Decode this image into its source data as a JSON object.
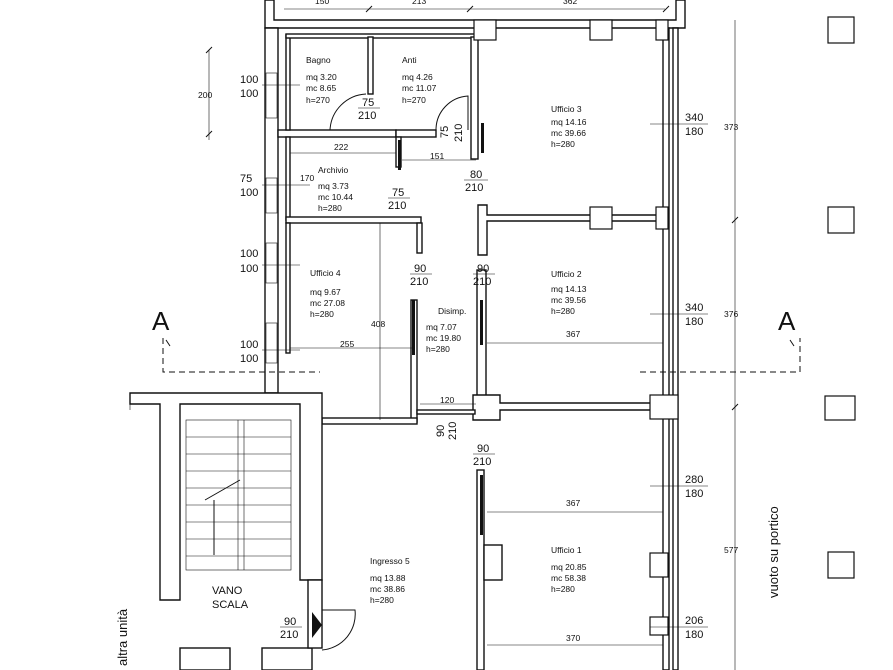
{
  "rooms": [
    {
      "id": "bagno",
      "name": "Bagno",
      "area": "mq 3.20",
      "volume": "mc 8.65",
      "height": "h=270"
    },
    {
      "id": "anti",
      "name": "Anti",
      "area": "mq 4.26",
      "volume": "mc 11.07",
      "height": "h=270"
    },
    {
      "id": "ufficio3",
      "name": "Ufficio 3",
      "area": "mq 14.16",
      "volume": "mc 39.66",
      "height": "h=280"
    },
    {
      "id": "archivio",
      "name": "Archivio",
      "area": "mq 3.73",
      "volume": "mc 10.44",
      "height": "h=280"
    },
    {
      "id": "ufficio4",
      "name": "Ufficio 4",
      "area": "mq 9.67",
      "volume": "mc 27.08",
      "height": "h=280"
    },
    {
      "id": "ufficio2",
      "name": "Ufficio 2",
      "area": "mq 14.13",
      "volume": "mc 39.56",
      "height": "h=280"
    },
    {
      "id": "disimp",
      "name": "Disimp.",
      "area": "mq 7.07",
      "volume": "mc 19.80",
      "height": "h=280"
    },
    {
      "id": "ingresso5",
      "name": "Ingresso 5",
      "area": "mq 13.88",
      "volume": "mc 38.86",
      "height": "h=280"
    },
    {
      "id": "ufficio1",
      "name": "Ufficio 1",
      "area": "mq 20.85",
      "volume": "mc 58.38",
      "height": "h=280"
    }
  ],
  "openings": {
    "w_left_top": {
      "w": "100",
      "h": "100"
    },
    "w_left_archivio": {
      "w": "75",
      "h": "100"
    },
    "w_left_u4": {
      "w": "100",
      "h": "100"
    },
    "w_left_u4b": {
      "w": "100",
      "h": "100"
    },
    "d_bagno": {
      "w": "75",
      "h": "210"
    },
    "d_anti": {
      "w": "75",
      "h": "210"
    },
    "d_u3": {
      "w": "80",
      "h": "210"
    },
    "d_archivio": {
      "w": "75",
      "h": "210"
    },
    "d_u4": {
      "w": "90",
      "h": "210"
    },
    "d_u2": {
      "w": "90",
      "h": "210"
    },
    "d_disimp": {
      "w": "90",
      "h": "210"
    },
    "d_u1": {
      "w": "90",
      "h": "210"
    },
    "d_ingresso": {
      "w": "90",
      "h": "210"
    },
    "w_u3": {
      "w": "340",
      "h": "180"
    },
    "w_u2": {
      "w": "340",
      "h": "180"
    },
    "w_u1a": {
      "w": "280",
      "h": "180"
    },
    "w_u1b": {
      "w": "206",
      "h": "180"
    }
  },
  "dimensions": {
    "top_a": "150",
    "top_b": "213",
    "top_c": "362",
    "d200": "200",
    "d222": "222",
    "d151": "151",
    "d170": "170",
    "d408": "408",
    "d255": "255",
    "d120": "120",
    "d367a": "367",
    "d367b": "367",
    "d370": "370",
    "d373": "373",
    "d376": "376",
    "d577": "577"
  },
  "labels": {
    "section_left": "A",
    "section_right": "A",
    "stair_line1": "VANO",
    "stair_line2": "SCALA",
    "other_unit": "altra unità",
    "portico": "vuoto su portico"
  }
}
